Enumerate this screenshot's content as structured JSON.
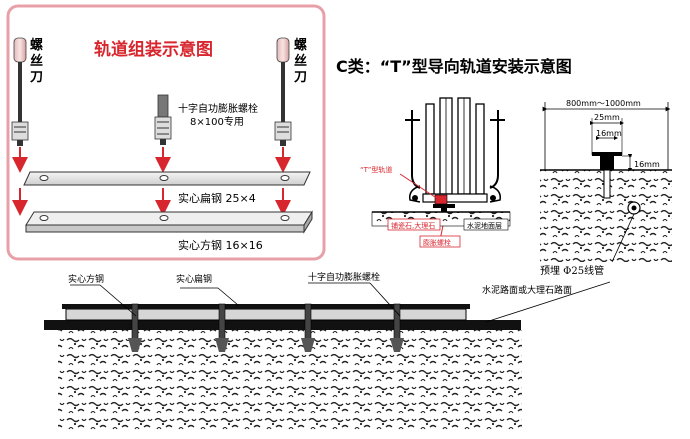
{
  "assembly": {
    "title": "轨道组装示意图",
    "screwdriver_left": [
      "螺",
      "丝",
      "刀"
    ],
    "screwdriver_right": [
      "螺",
      "丝",
      "刀"
    ],
    "bolt_label_line1": "十字自功膨胀螺栓",
    "bolt_label_line2": "8×100专用",
    "flat_steel_label": "实心扁钢 25×4",
    "square_steel_label": "实心方钢 16×16",
    "colors": {
      "border": "#e8a0a8",
      "title": "#d8262e",
      "arrow": "#d8262e"
    }
  },
  "class_c": {
    "title": "C类：“T”型导向轨道安装示意图",
    "rail_label": "“T”型轨道",
    "bolt_label": "膨胀螺栓",
    "floor_label": "铺瓷石,大理石",
    "base_label": "水泥地面层"
  },
  "dims": {
    "overall": "800mm～1000mm",
    "width_25": "25mm",
    "width_16": "16mm",
    "height_16": "16mm",
    "conduit": "预埋 Φ25线管"
  },
  "section": {
    "square_steel": "实心方钢",
    "flat_steel": "实心扁钢",
    "bolt": "十字自功膨胀螺栓",
    "floor": "水泥路面或大理石路面"
  }
}
